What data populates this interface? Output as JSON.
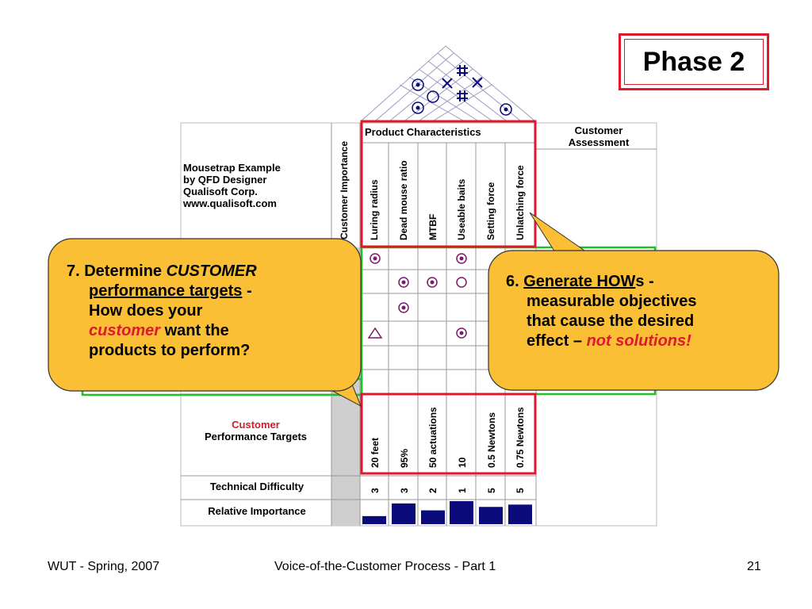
{
  "phase_label": "Phase 2",
  "qfd": {
    "example_lines": [
      "Mousetrap Example",
      "by QFD Designer",
      "Qualisoft Corp.",
      "www.qualisoft.com"
    ],
    "customer_importance_label": "Customer Importance",
    "product_characteristics_label": "Product Characteristics",
    "customer_assessment_label": [
      "Customer",
      "Assessment"
    ],
    "characteristics": [
      "Luring radius",
      "Dead mouse ratio",
      "MTBF",
      "Useable baits",
      "Setting force",
      "Unlatching force"
    ],
    "targets_label_red": "Customer",
    "targets_label_black": "Performance Targets",
    "targets": [
      "20 feet",
      "95%",
      "50 actuations",
      "10",
      "0.5 Newtons",
      "0.75 Newtons"
    ],
    "technical_difficulty_label": "Technical Difficulty",
    "technical_difficulty": [
      "3",
      "3",
      "2",
      "1",
      "5",
      "5"
    ],
    "relative_importance_label": "Relative Importance",
    "relative_importance": [
      0.35,
      0.9,
      0.6,
      1.0,
      0.75,
      0.85
    ]
  },
  "callout_left": {
    "line1_prefix": "7. Determine ",
    "line1_emph": "CUSTOMER",
    "line2_underlined": "performance targets",
    "line2_suffix": " -",
    "line3": "How does your",
    "line4_emph": "customer",
    "line4_suffix": " want the",
    "line5": "products to perform?"
  },
  "callout_right": {
    "line1_prefix": "6. ",
    "line1_underlined": "Generate HOW",
    "line1_suffix": "s -",
    "line2": "measurable objectives",
    "line3": "that cause the desired",
    "line4_prefix": "effect – ",
    "line4_emph": "not solutions!"
  },
  "footer": {
    "left": "WUT - Spring, 2007",
    "center": "Voice-of-the-Customer Process - Part 1",
    "right": "21"
  },
  "colors": {
    "red": "#e0182d",
    "callout_fill": "#fbbf35",
    "green": "#22c022",
    "navy": "#0a0a7a",
    "purple": "#7a1a6a"
  }
}
